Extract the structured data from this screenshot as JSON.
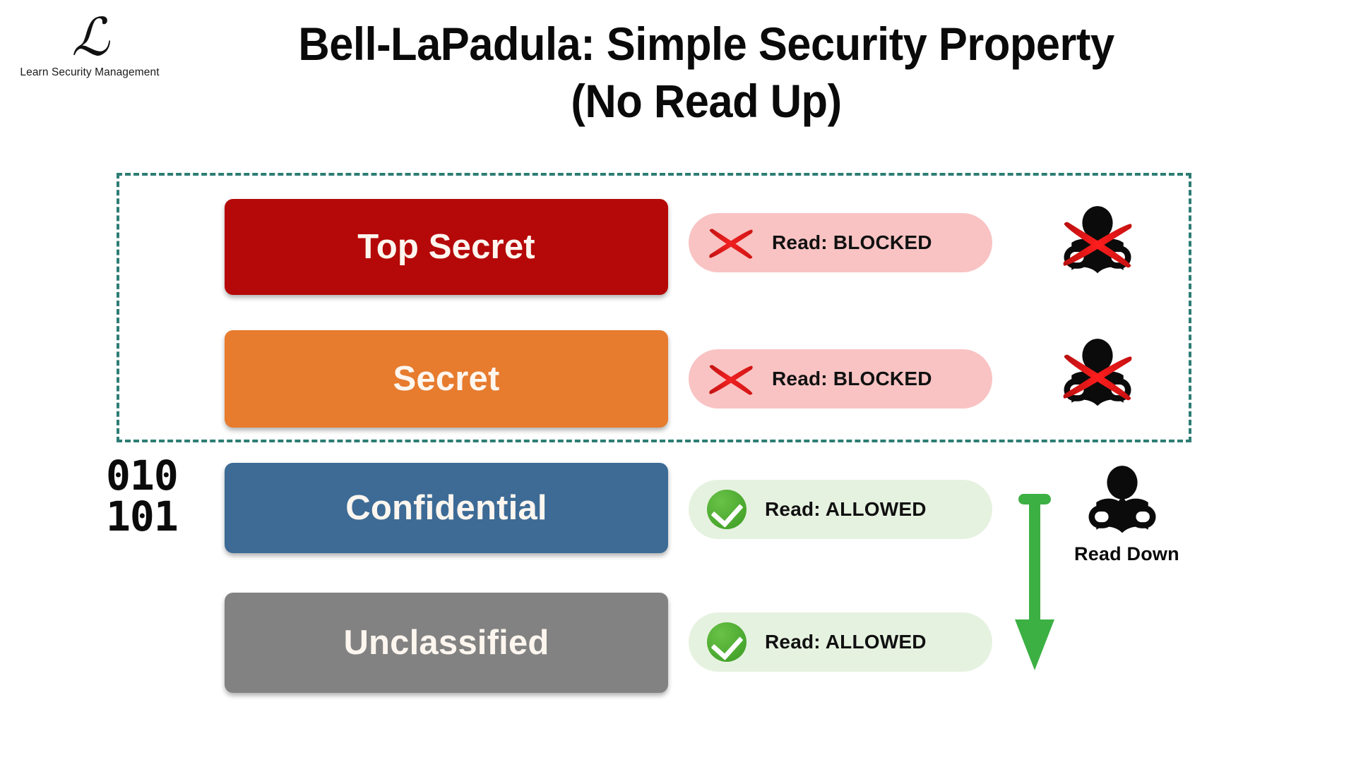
{
  "brand": {
    "logo_mark": "ℒ",
    "logo_text": "Learn Security Management"
  },
  "header": {
    "title_line1": "Bell-LaPadula: Simple Security Property",
    "title_line2": "(No Read Up)"
  },
  "decor": {
    "binary_line1": "010",
    "binary_line2": "101",
    "dashed_border_color": "#2d7d74",
    "arrow_color": "#3cb043",
    "read_down_label": "Read Down"
  },
  "levels": [
    {
      "label": "Top Secret",
      "color": "#b50808",
      "status": "Read: BLOCKED",
      "status_kind": "blocked",
      "pill_color": "#f9c3c3",
      "icon": "reader-blocked-icon",
      "in_no_read_up_zone": true
    },
    {
      "label": "Secret",
      "color": "#e77b2e",
      "status": "Read: BLOCKED",
      "status_kind": "blocked",
      "pill_color": "#f9c3c3",
      "icon": "reader-blocked-icon",
      "in_no_read_up_zone": true
    },
    {
      "label": "Confidential",
      "color": "#3d6b96",
      "status": "Read: ALLOWED",
      "status_kind": "allowed",
      "pill_color": "#e6f2e0",
      "icon": "reader-allowed-icon",
      "in_no_read_up_zone": false
    },
    {
      "label": "Unclassified",
      "color": "#828282",
      "status": "Read: ALLOWED",
      "status_kind": "allowed",
      "pill_color": "#e6f2e0",
      "icon": "reader-allowed-icon",
      "in_no_read_up_zone": false
    }
  ]
}
